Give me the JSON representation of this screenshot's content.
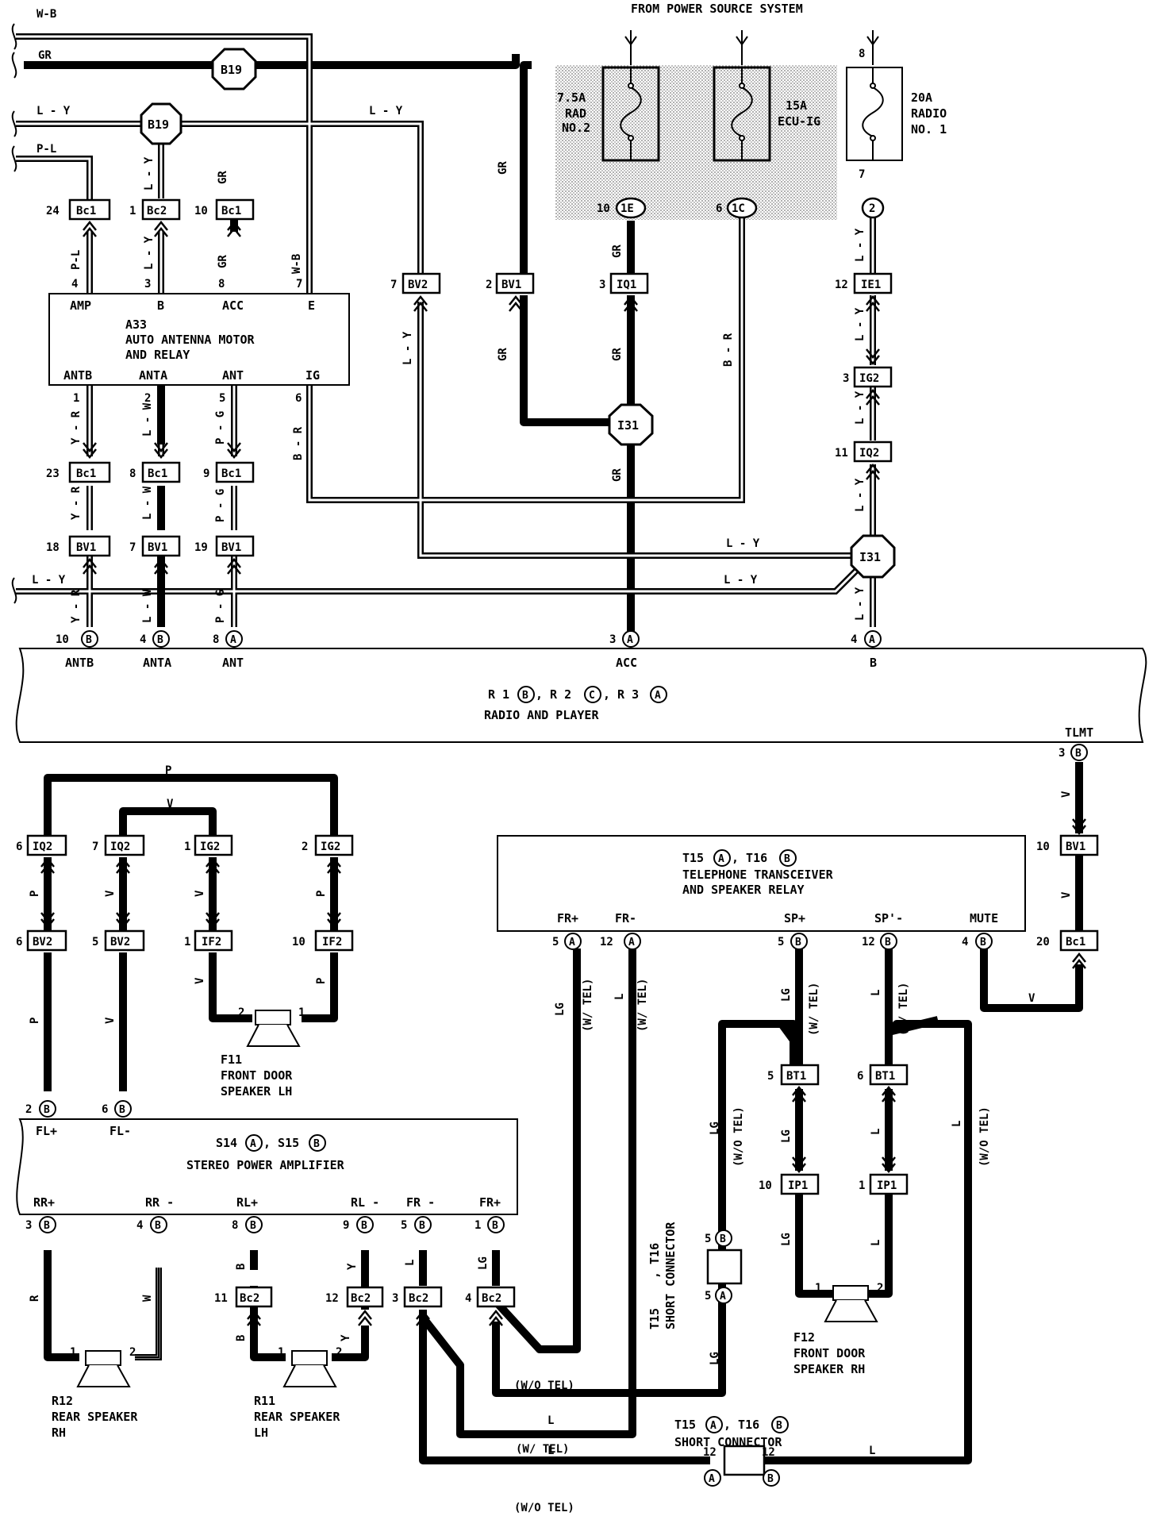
{
  "power_source": "FROM POWER SOURCE SYSTEM",
  "fuses": {
    "rad2": [
      "7.5A",
      "RAD",
      "NO.2"
    ],
    "ecu": [
      "15A",
      "ECU-IG"
    ],
    "radio1": [
      "20A",
      "RADIO",
      "NO. 1"
    ]
  },
  "wires": {
    "wb": "W-B",
    "gr": "GR",
    "ly": "L - Y",
    "pl": "P-L",
    "br": "B - R",
    "yr": "Y - R",
    "lw": "L - W",
    "pg": "P - G",
    "p": "P",
    "v": "V",
    "lg": "LG",
    "l": "L",
    "r": "R",
    "w": "W",
    "b": "B",
    "y": "Y",
    "wtel": "(W/ TEL)",
    "wotel": "(W/O TEL)"
  },
  "connectors": {
    "b19": "B19",
    "i31": "I31",
    "bc1": "Bc1",
    "bc2": "Bc2",
    "bv1": "BV1",
    "bv2": "BV2",
    "iq1": "IQ1",
    "iq2": "IQ2",
    "ie1": "IE1",
    "ig2": "IG2",
    "if2": "IF2",
    "bt1": "BT1",
    "ip1": "IP1",
    "c1e": "1E",
    "c1c": "1C",
    "c2": "2",
    "a": "A",
    "b": "B",
    "c": "C"
  },
  "pins": {
    "n1": "1",
    "n2": "2",
    "n3": "3",
    "n4": "4",
    "n5": "5",
    "n6": "6",
    "n7": "7",
    "n8": "8",
    "n9": "9",
    "n10": "10",
    "n11": "11",
    "n12": "12",
    "n18": "18",
    "n19": "19",
    "n20": "20",
    "n23": "23",
    "n24": "24"
  },
  "a33": {
    "title": "A33",
    "name1": "AUTO ANTENNA MOTOR",
    "name2": "AND RELAY",
    "terms": [
      "AMP",
      "B",
      "ACC",
      "E",
      "ANTB",
      "ANTA",
      "ANT",
      "IG"
    ]
  },
  "radio": {
    "ref1": "R 1",
    "ref2": ", R 2",
    "ref3": ", R 3",
    "name": "RADIO AND PLAYER",
    "terms": [
      "ANTB",
      "ANTA",
      "ANT",
      "ACC",
      "B",
      "TLMT"
    ]
  },
  "telephone": {
    "ref1": "T15",
    "ref2": ", T16",
    "name1": "TELEPHONE TRANSCEIVER",
    "name2": "AND SPEAKER RELAY",
    "terms": [
      "FR+",
      "FR-",
      "SP+",
      "SP'-",
      "MUTE"
    ]
  },
  "amplifier": {
    "ref1": "S14",
    "ref2": ", S15",
    "name": "STEREO POWER AMPLIFIER",
    "terms": [
      "FL+",
      "FL-",
      "RR+",
      "RR -",
      "RL+",
      "RL -",
      "FR -",
      "FR+"
    ]
  },
  "speakers": {
    "f11": [
      "F11",
      "FRONT DOOR",
      "SPEAKER LH"
    ],
    "f12": [
      "F12",
      "FRONT DOOR",
      "SPEAKER RH"
    ],
    "r12": [
      "R12",
      "REAR SPEAKER",
      "RH"
    ],
    "r11": [
      "R11",
      "REAR SPEAKER",
      "LH"
    ]
  },
  "short_connector": {
    "ref1": "T15",
    "ref2": ", T16",
    "name": "SHORT CONNECTOR"
  }
}
